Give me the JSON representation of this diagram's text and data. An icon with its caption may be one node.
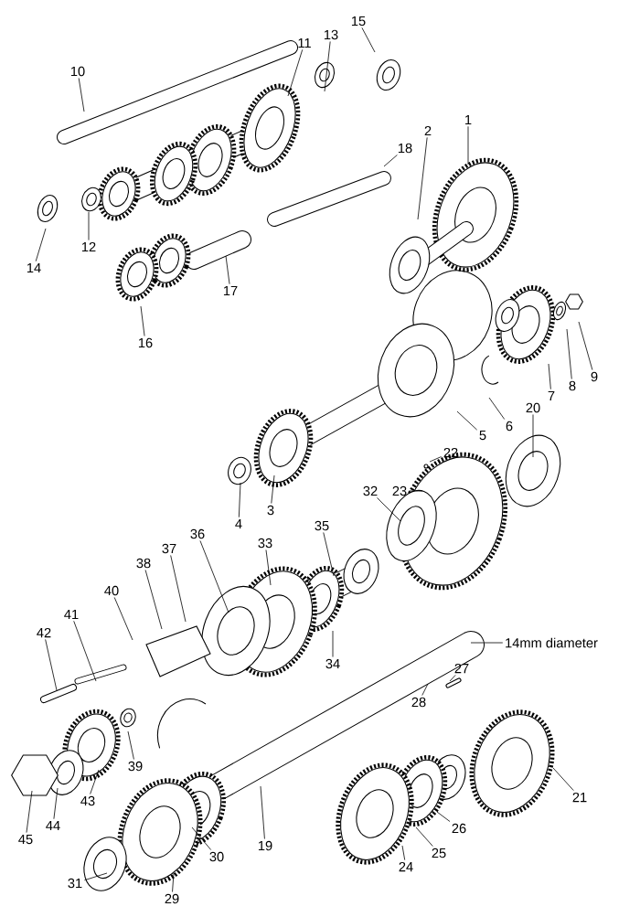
{
  "diagram": {
    "nodes": [
      {
        "text": [
          "15"
        ]
      },
      {
        "text": [
          "13"
        ]
      },
      {
        "text": [
          "11"
        ]
      },
      {
        "text": [
          "10"
        ]
      },
      {
        "text": [
          "1"
        ]
      },
      {
        "text": [
          "2"
        ]
      },
      {
        "text": [
          "18"
        ]
      },
      {
        "text": [
          "12"
        ]
      },
      {
        "text": [
          "14"
        ]
      },
      {
        "text": [
          "17"
        ]
      },
      {
        "text": [
          "16"
        ]
      },
      {
        "text": [
          "9"
        ]
      },
      {
        "text": [
          "8"
        ]
      },
      {
        "text": [
          "7"
        ]
      },
      {
        "text": [
          "20"
        ]
      },
      {
        "text": [
          "6"
        ]
      },
      {
        "text": [
          "5"
        ]
      },
      {
        "text": [
          "22"
        ]
      },
      {
        "text": [
          "3"
        ]
      },
      {
        "text": [
          "23"
        ]
      },
      {
        "text": [
          "32"
        ]
      },
      {
        "text": [
          "4"
        ]
      },
      {
        "text": [
          "35"
        ]
      },
      {
        "text": [
          "36"
        ]
      },
      {
        "text": [
          "33"
        ]
      },
      {
        "text": [
          "37"
        ]
      },
      {
        "text": [
          "38"
        ]
      },
      {
        "text": [
          "40"
        ]
      },
      {
        "text": [
          "41"
        ]
      },
      {
        "text": [
          "42"
        ]
      },
      {
        "text": [
          "14mm diameter"
        ]
      },
      {
        "text": [
          "34"
        ]
      },
      {
        "text": [
          "27"
        ]
      },
      {
        "text": [
          "28"
        ]
      },
      {
        "text": [
          "39"
        ]
      },
      {
        "text": [
          "21"
        ]
      },
      {
        "text": [
          "43"
        ]
      },
      {
        "text": [
          "44"
        ]
      },
      {
        "text": [
          "26"
        ]
      },
      {
        "text": [
          "45"
        ]
      },
      {
        "text": [
          "19"
        ]
      },
      {
        "text": [
          "25"
        ]
      },
      {
        "text": [
          "30"
        ]
      },
      {
        "text": [
          "24"
        ]
      },
      {
        "text": [
          "31"
        ]
      },
      {
        "text": [
          "29"
        ]
      }
    ],
    "edges": [
      {
        "from": 0,
        "to": null,
        "arrow": "none"
      },
      {
        "from": 1,
        "to": null,
        "arrow": "none"
      },
      {
        "from": 2,
        "to": null,
        "arrow": "none"
      },
      {
        "from": 3,
        "to": null,
        "arrow": "none"
      },
      {
        "from": 4,
        "to": null,
        "arrow": "none"
      },
      {
        "from": 5,
        "to": null,
        "arrow": "none"
      },
      {
        "from": 6,
        "to": null,
        "arrow": "none"
      },
      {
        "from": 7,
        "to": null,
        "arrow": "none"
      },
      {
        "from": 8,
        "to": null,
        "arrow": "none"
      },
      {
        "from": 9,
        "to": null,
        "arrow": "none"
      },
      {
        "from": 10,
        "to": null,
        "arrow": "none"
      },
      {
        "from": 11,
        "to": null,
        "arrow": "none"
      },
      {
        "from": 12,
        "to": null,
        "arrow": "none"
      },
      {
        "from": 13,
        "to": null,
        "arrow": "none"
      },
      {
        "from": 14,
        "to": null,
        "arrow": "none"
      },
      {
        "from": 15,
        "to": null,
        "arrow": "none"
      },
      {
        "from": 16,
        "to": null,
        "arrow": "none"
      },
      {
        "from": 17,
        "to": null,
        "arrow": "none"
      },
      {
        "from": 18,
        "to": null,
        "arrow": "none"
      },
      {
        "from": 19,
        "to": null,
        "arrow": "none"
      },
      {
        "from": 20,
        "to": null,
        "arrow": "none"
      },
      {
        "from": 21,
        "to": null,
        "arrow": "none"
      },
      {
        "from": 22,
        "to": null,
        "arrow": "none"
      },
      {
        "from": 23,
        "to": null,
        "arrow": "none"
      },
      {
        "from": 24,
        "to": null,
        "arrow": "none"
      },
      {
        "from": 25,
        "to": null,
        "arrow": "none"
      },
      {
        "from": 26,
        "to": null,
        "arrow": "none"
      },
      {
        "from": 27,
        "to": null,
        "arrow": "none"
      },
      {
        "from": 28,
        "to": null,
        "arrow": "none"
      },
      {
        "from": 29,
        "to": null,
        "arrow": "none"
      },
      {
        "from": 30,
        "to": null,
        "arrow": "none"
      },
      {
        "from": 31,
        "to": null,
        "arrow": "none"
      },
      {
        "from": 32,
        "to": null,
        "arrow": "none"
      },
      {
        "from": 33,
        "to": null,
        "arrow": "none"
      },
      {
        "from": 34,
        "to": null,
        "arrow": "none"
      },
      {
        "from": 35,
        "to": null,
        "arrow": "none"
      },
      {
        "from": 36,
        "to": null,
        "arrow": "none"
      },
      {
        "from": 37,
        "to": null,
        "arrow": "none"
      },
      {
        "from": 38,
        "to": null,
        "arrow": "none"
      },
      {
        "from": 39,
        "to": null,
        "arrow": "none"
      },
      {
        "from": 40,
        "to": null,
        "arrow": "none"
      },
      {
        "from": 41,
        "to": null,
        "arrow": "none"
      },
      {
        "from": 42,
        "to": null,
        "arrow": "none"
      },
      {
        "from": 43,
        "to": null,
        "arrow": "none"
      },
      {
        "from": 44,
        "to": null,
        "arrow": "none"
      },
      {
        "from": 45,
        "to": null,
        "arrow": "none"
      }
    ]
  }
}
